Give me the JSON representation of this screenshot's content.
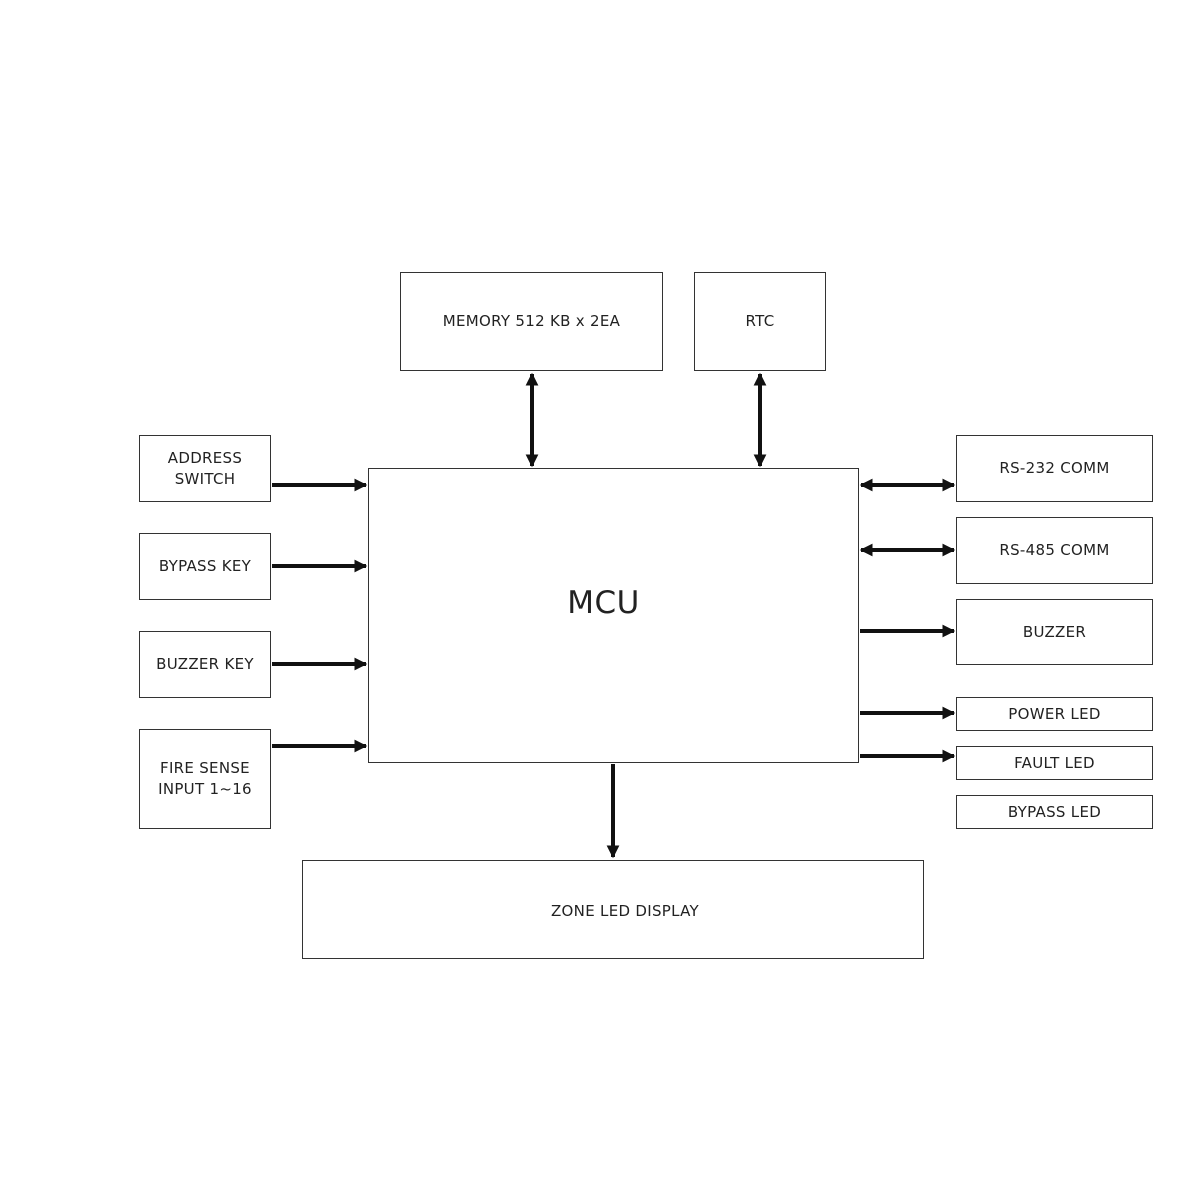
{
  "diagram": {
    "blocks": {
      "memory": "MEMORY 512 KB x 2EA",
      "rtc": "RTC",
      "address_switch": "ADDRESS\nSWITCH",
      "bypass_key": "BYPASS KEY",
      "buzzer_key": "BUZZER KEY",
      "fire_sense": "FIRE SENSE\nINPUT 1~16",
      "mcu": "MCU",
      "rs232": "RS-232 COMM",
      "rs485": "RS-485 COMM",
      "buzzer": "BUZZER",
      "power_led": "POWER LED",
      "fault_led": "FAULT LED",
      "bypass_led": "BYPASS LED",
      "zone_led_display": "ZONE LED DISPLAY"
    },
    "connections": [
      {
        "from": "memory",
        "to": "mcu",
        "direction": "bidirectional"
      },
      {
        "from": "rtc",
        "to": "mcu",
        "direction": "bidirectional"
      },
      {
        "from": "address_switch",
        "to": "mcu",
        "direction": "forward"
      },
      {
        "from": "bypass_key",
        "to": "mcu",
        "direction": "forward"
      },
      {
        "from": "buzzer_key",
        "to": "mcu",
        "direction": "forward"
      },
      {
        "from": "fire_sense",
        "to": "mcu",
        "direction": "forward"
      },
      {
        "from": "mcu",
        "to": "rs232",
        "direction": "bidirectional"
      },
      {
        "from": "mcu",
        "to": "rs485",
        "direction": "bidirectional"
      },
      {
        "from": "mcu",
        "to": "buzzer",
        "direction": "forward"
      },
      {
        "from": "mcu",
        "to": "power_led",
        "direction": "forward"
      },
      {
        "from": "mcu",
        "to": "fault_led",
        "direction": "forward"
      },
      {
        "from": "mcu",
        "to": "zone_led_display",
        "direction": "forward"
      }
    ]
  }
}
